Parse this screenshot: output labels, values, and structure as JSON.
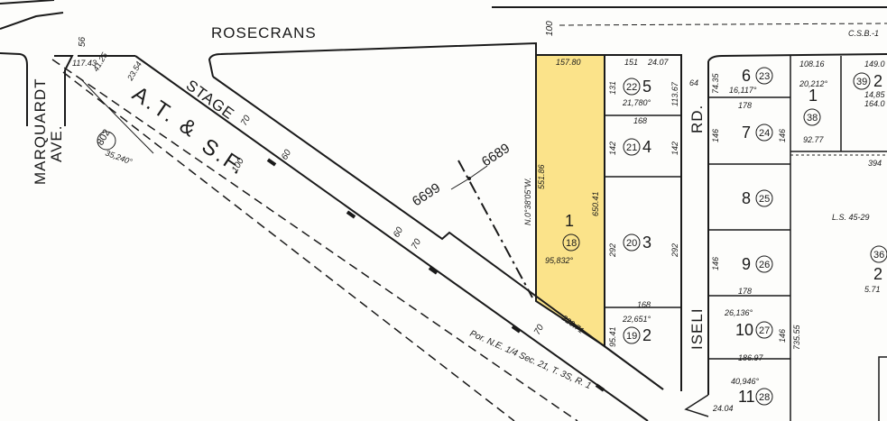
{
  "map": {
    "highlight_color": "#fbe38a",
    "line_color": "#1a1a1a",
    "streets": {
      "rosecrans": "ROSECRANS",
      "marquardt": "MARQUARDT",
      "ave": "AVE.",
      "stage": "STAGE",
      "rd": "RD.",
      "iseli": "ISELI"
    },
    "railroad": {
      "at": "A.T. &",
      "sf": "S.F."
    },
    "page_refs": {
      "left": "6699",
      "right": "6689"
    },
    "highlighted_parcel": {
      "lot": "1",
      "parcel": "18",
      "area": "95,832°",
      "top_dim": "157.80",
      "left_dim": "551.86",
      "right_dim": "650.41",
      "bearing": "N.0°38'05\"W.",
      "bottom_dim": "229.71"
    },
    "parcels": [
      {
        "id": "p5",
        "lot": "5",
        "parcel": "22",
        "area": "21,780°"
      },
      {
        "id": "p4",
        "lot": "4",
        "parcel": "21"
      },
      {
        "id": "p3",
        "lot": "3",
        "parcel": "20"
      },
      {
        "id": "p2",
        "lot": "2",
        "parcel": "19",
        "area": "22,651°"
      },
      {
        "id": "p6",
        "lot": "6",
        "parcel": "23",
        "area": "16,117°"
      },
      {
        "id": "p7",
        "lot": "7",
        "parcel": "24"
      },
      {
        "id": "p8",
        "lot": "8",
        "parcel": "25"
      },
      {
        "id": "p9",
        "lot": "9",
        "parcel": "26"
      },
      {
        "id": "p10",
        "lot": "10",
        "parcel": "27",
        "area": "26,136°"
      },
      {
        "id": "p11",
        "lot": "11",
        "parcel": "28",
        "area": "40,946°"
      },
      {
        "id": "p1r",
        "lot": "1",
        "parcel": "38"
      },
      {
        "id": "p2r",
        "lot": "2",
        "parcel": "39"
      },
      {
        "id": "p2f",
        "lot": "2",
        "parcel": "36"
      }
    ],
    "labels": {
      "rosecrans_width": "100",
      "marquardt_width": "56",
      "circle_802": "802",
      "curve_area": "35,240°",
      "stage_70a": "70",
      "stage_60a": "60",
      "stage_100": "100",
      "stage_60b": "60",
      "stage_70b": "70",
      "stage_70c": "70",
      "dim_151": "151",
      "dim_24_07": "24.07",
      "dim_131": "131",
      "dim_113_67": "113.67",
      "dim_168a": "168",
      "dim_142a": "142",
      "dim_142b": "142",
      "dim_292a": "292",
      "dim_292b": "292",
      "dim_168b": "168",
      "dim_95_41": "95.41",
      "dim_64": "64",
      "dim_74_35": "74.35",
      "dim_146a": "146",
      "dim_178a": "178",
      "dim_146b": "146",
      "dim_146c": "146",
      "dim_178b": "178",
      "dim_146d": "146",
      "dim_186_97": "186.97",
      "dim_735_55": "735.55",
      "dim_108_16": "108.16",
      "dim_20_212": "20,212°",
      "dim_92_77": "92.77",
      "dim_149": "149.0",
      "dim_164": "164.0",
      "dim_14_85": "14,85",
      "dim_394": "394",
      "dim_24_04": "24.04",
      "csb": "C.S.B.-1",
      "ls": "L.S. 45-29",
      "dim_5_71": "5.71",
      "sec_note": "Por. N.E. 1/4 Sec. 21, T. 3S, R. 1",
      "left_dims": "117.43",
      "left_dims_b": "41.25",
      "left_dims_c": "23.54"
    }
  }
}
